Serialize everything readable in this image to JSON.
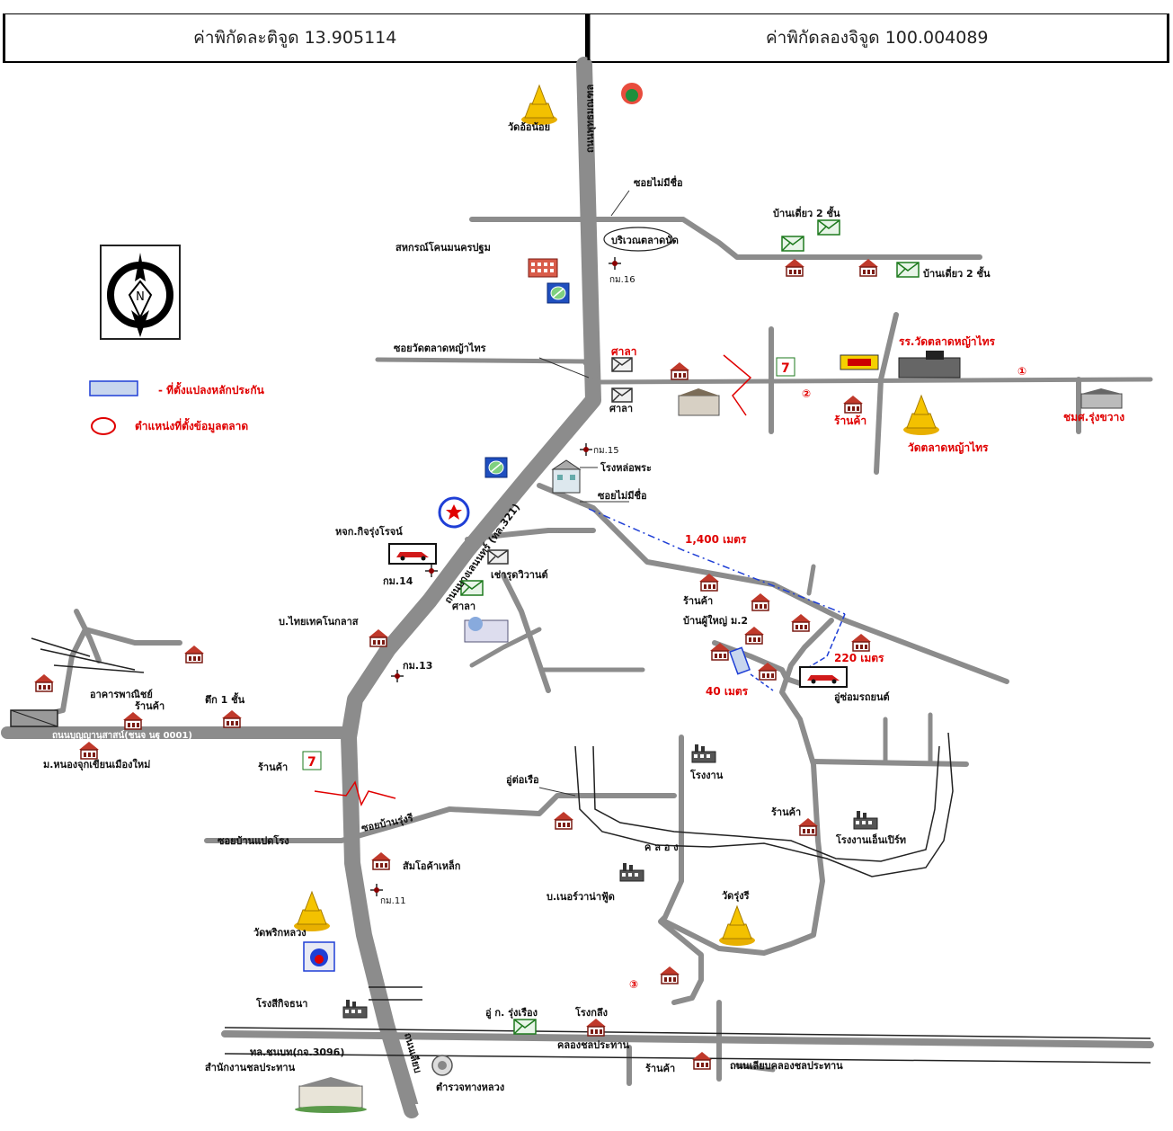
{
  "header": {
    "latitude_label": "ค่าพิกัดละติจูด 13.905114",
    "longitude_label": "ค่าพิกัดลองจิจูด 100.004089"
  },
  "compass": {
    "north_letter": "N"
  },
  "legend": {
    "collateral": "- ที่ตั้งแปลงหลักประกัน",
    "market_data": "ตำแหน่งที่ตั้งข้อมูลตลาด"
  },
  "labels": {
    "wat_oi_noi": "วัดอ้อน้อย",
    "road_north": "ถนนพุทธมณฑล",
    "soi_no_name_1": "ซอยไม่มีชื่อ",
    "market_area": "บริเวณตลาดนัด",
    "coop": "สหกรณ์โคนมนครปฐม",
    "km16": "กม.16",
    "single_house_2_a": "บ้านเดี่ยว 2 ชั้น",
    "single_house_2_b": "บ้านเดี่ยว 2 ชั้น",
    "soi_wat": "ซอยวัดตลาดหญ้าไทร",
    "sala_a": "ศาลา",
    "sala_b": "ศาลา",
    "school": "รร.วัดตลาดหญ้าไทร",
    "shop_a": "ร้านค้า",
    "wat_talat": "วัดตลาดหญ้าไทร",
    "community": "ชมศ.รุ่งขวาง",
    "km15": "กม.15",
    "foundry": "โรงหล่อพระ",
    "soi_no_name_2": "ซอยไม่มีชื่อ",
    "hjk": "หจก.กิจรุ่งโรจน์",
    "km14": "กม.14",
    "rental": "เช่ารุดวิวานต์",
    "dist_1400": "1,400 เมตร",
    "main_road": "ถนนบางเลนนทร์ (ทล.321)",
    "shop_b": "ร้านค้า",
    "ban_yai": "บ้านผู้ใหญ่ ม.2",
    "sala_c": "ศาลา",
    "thai_tech": "บ.ไทยเทคโนกลาส",
    "dist_220": "220 เมตร",
    "dist_40": "40 เมตร",
    "car_repair": "อู่ซ่อมรถยนต์",
    "km13": "กม.13",
    "commercial_bldg": "อาคารพาณิชย์",
    "shop_c": "ร้านค้า",
    "one_storey": "ตึก 1 ชั้น",
    "west_road": "ถนนบุญญานุสาสน์(ชนจ นฐ 0001)",
    "village_new": "ม.หนองจุกเขียนเมืองใหม่",
    "shop_d": "ร้านค้า",
    "factory_a": "โรงงาน",
    "boat_yard": "อู่ต่อเรือ",
    "soi_ban_rung": "ซอยบ้านรุ่งรี",
    "soi_ban_paet": "ซอยบ้านแปดโรง",
    "shop_e": "ร้านค้า",
    "factory_b": "โรงงานเอ็นเปิร์ท",
    "canal": "ค ล อ ง",
    "steel_shop": "สัมโอค้าเหล็ก",
    "km11": "กม.11",
    "wat_rung_ri": "วัดรุ่งรี",
    "ner_company": "บ.เนอร์วาน่าฟู้ด",
    "wat_phrik": "วัดพริกหลวง",
    "rice_mill": "โรงสีกิจธนา",
    "garage_rung": "อู่ ก. รุ่งเรือง",
    "ice_factory": "โรงกลึง",
    "irrigation_canal": "คลองชลประทาน",
    "shop_f": "ร้านค้า",
    "canal_road": "ถนนเลียบคลองชลประทาน",
    "hwy3096": "ทล.ชนบท(กจ.3096)",
    "irrigation_office": "สำนักงานชลประทาน",
    "police": "ตำรวจทางหลวง",
    "road_south": "ถนนเลียบ",
    "marker_1": "①",
    "marker_2": "②",
    "marker_3": "③"
  },
  "colors": {
    "road": "#8c8c8c",
    "marker_red": "#e00000",
    "route_blue": "#1f3fd6",
    "pin_red": "#e00000"
  }
}
